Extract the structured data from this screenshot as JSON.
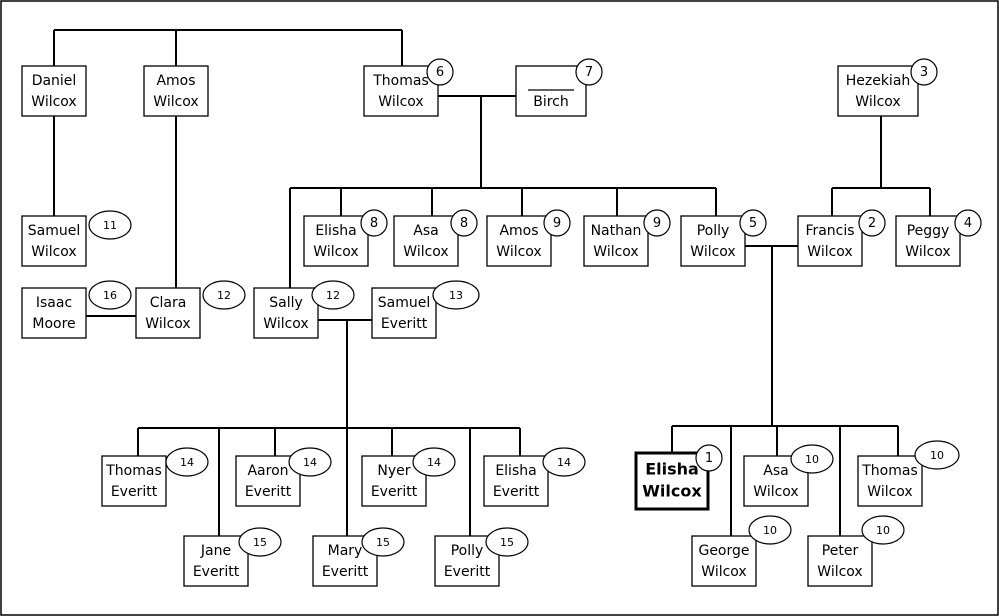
{
  "people": {
    "daniel_wilcox": {
      "first": "Daniel",
      "last": "Wilcox"
    },
    "amos_wilcox_sr": {
      "first": "Amos",
      "last": "Wilcox"
    },
    "thomas_wilcox": {
      "first": "Thomas",
      "last": "Wilcox",
      "number": "6"
    },
    "birch": {
      "first": "",
      "last": "Birch",
      "number": "7"
    },
    "hezekiah_wilcox": {
      "first": "Hezekiah",
      "last": "Wilcox",
      "number": "3"
    },
    "samuel_wilcox": {
      "first": "Samuel",
      "last": "Wilcox",
      "number": "11"
    },
    "isaac_moore": {
      "first": "Isaac",
      "last": "Moore",
      "number": "16"
    },
    "clara_wilcox": {
      "first": "Clara",
      "last": "Wilcox",
      "number": "12"
    },
    "elisha_wilcox_8": {
      "first": "Elisha",
      "last": "Wilcox",
      "number": "8"
    },
    "asa_wilcox_8": {
      "first": "Asa",
      "last": "Wilcox",
      "number": "8"
    },
    "amos_wilcox_9": {
      "first": "Amos",
      "last": "Wilcox",
      "number": "9"
    },
    "nathan_wilcox": {
      "first": "Nathan",
      "last": "Wilcox",
      "number": "9"
    },
    "polly_wilcox": {
      "first": "Polly",
      "last": "Wilcox",
      "number": "5"
    },
    "francis_wilcox": {
      "first": "Francis",
      "last": "Wilcox",
      "number": "2"
    },
    "peggy_wilcox": {
      "first": "Peggy",
      "last": "Wilcox",
      "number": "4"
    },
    "sally_wilcox": {
      "first": "Sally",
      "last": "Wilcox",
      "number": "12"
    },
    "samuel_everitt": {
      "first": "Samuel",
      "last": "Everitt",
      "number": "13"
    },
    "thomas_everitt": {
      "first": "Thomas",
      "last": "Everitt",
      "number": "14"
    },
    "aaron_everitt": {
      "first": "Aaron",
      "last": "Everitt",
      "number": "14"
    },
    "nyer_everitt": {
      "first": "Nyer",
      "last": "Everitt",
      "number": "14"
    },
    "elisha_everitt": {
      "first": "Elisha",
      "last": "Everitt",
      "number": "14"
    },
    "jane_everitt": {
      "first": "Jane",
      "last": "Everitt",
      "number": "15"
    },
    "mary_everitt": {
      "first": "Mary",
      "last": "Everitt",
      "number": "15"
    },
    "polly_everitt": {
      "first": "Polly",
      "last": "Everitt",
      "number": "15"
    },
    "elisha_wilcox_1": {
      "first": "Elisha",
      "last": "Wilcox",
      "number": "1",
      "highlight": true
    },
    "asa_wilcox_10": {
      "first": "Asa",
      "last": "Wilcox",
      "number": "10"
    },
    "thomas_wilcox_10": {
      "first": "Thomas",
      "last": "Wilcox",
      "number": "10"
    },
    "george_wilcox": {
      "first": "George",
      "last": "Wilcox",
      "number": "10"
    },
    "peter_wilcox": {
      "first": "Peter",
      "last": "Wilcox",
      "number": "10"
    }
  }
}
